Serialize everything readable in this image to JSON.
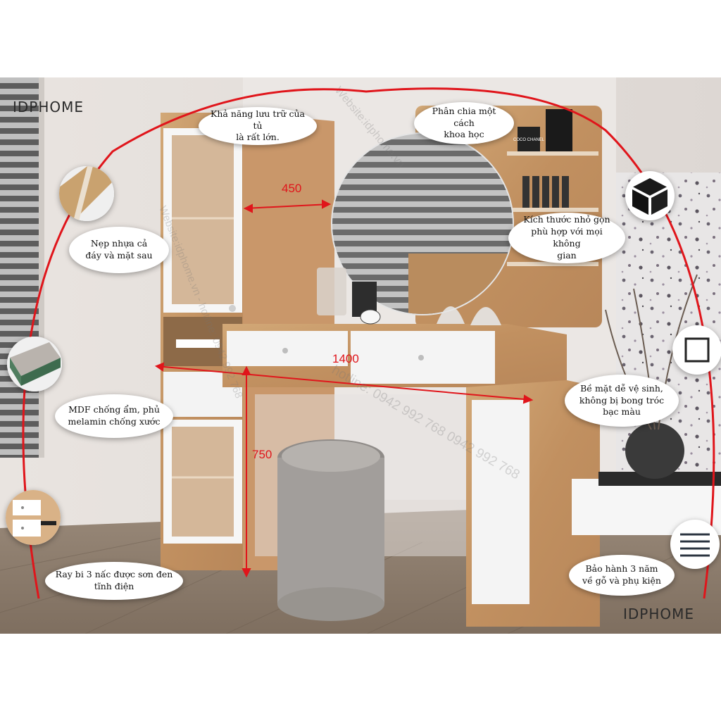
{
  "brand": {
    "logo_text": "IDPHOME"
  },
  "dimensions": {
    "depth": "450",
    "width": "1400",
    "height": "750"
  },
  "callouts": {
    "storage": "Khả năng lưu trữ của tủ\nlà rất lớn.",
    "division": "Phân chia một cách\nkhoa học",
    "edge_banding": "Nẹp nhựa cả\nđáy và mặt sau",
    "compact": "Kích thước nhỏ gọn\nphù hợp với mọi không\ngian",
    "mdf": "MDF chống ẩm, phủ\nmelamin chống xước",
    "surface": "Bề mặt dễ vệ sinh,\nkhông bị bong tróc\nbạc màu",
    "rails": "Ray bi 3 nấc được sơn đen\ntĩnh điện",
    "warranty": "Bảo hành 3 năm\nvề gỗ và phụ kiện"
  },
  "watermarks": {
    "website": "Website:idphome.vn",
    "hotline": "hotline: 0942 992 768 0942 992 768",
    "mixed": "Website:idphome.vn - hotline: 0942 992 768"
  },
  "perfume_label": "COCO CHANEL",
  "icons": [
    "cube-icon",
    "square-outline-icon",
    "menu-lines-icon"
  ],
  "colors": {
    "accent_line": "#e0151b",
    "wood": "#c79a66",
    "white_panel": "#f3f3f3"
  }
}
